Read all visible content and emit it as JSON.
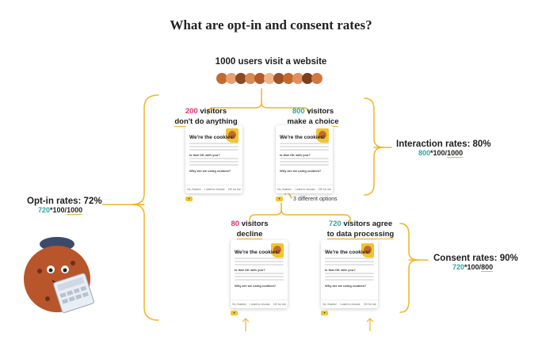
{
  "title": "What are opt-in and consent rates?",
  "visit_label": "1000 users visit a website",
  "branches": {
    "nothing": {
      "count": "200",
      "word": "visitors",
      "line2": "don't do anything"
    },
    "choice": {
      "count": "800",
      "word": "visitors",
      "line2": "make a choice"
    },
    "decline": {
      "count": "80",
      "word": "visitors",
      "line2": "decline"
    },
    "agree": {
      "count": "720",
      "word": "visitors agree",
      "line2": "to data processing"
    }
  },
  "options_label": "3 different options",
  "rates": {
    "interaction": {
      "label": "Interaction rates: 80%",
      "a": "800",
      "mid": "*100/",
      "b": "1000"
    },
    "optin": {
      "label": "Opt-in rates: 72%",
      "a": "720",
      "mid": "*100/",
      "b": "1000"
    },
    "consent": {
      "label": "Consent rates: 90%",
      "a": "720",
      "mid": "*100/",
      "b": "800"
    }
  },
  "banner": {
    "heading": "We're the cookies!",
    "subheading": "Is that OK with you?",
    "question": "Why are we using cookies?",
    "footer": [
      "No, thanks!",
      "I want to choose",
      "OK for me"
    ]
  },
  "colors": {
    "accent": "#f0b429",
    "pink": "#e0306a",
    "teal": "#2aa6a0"
  }
}
